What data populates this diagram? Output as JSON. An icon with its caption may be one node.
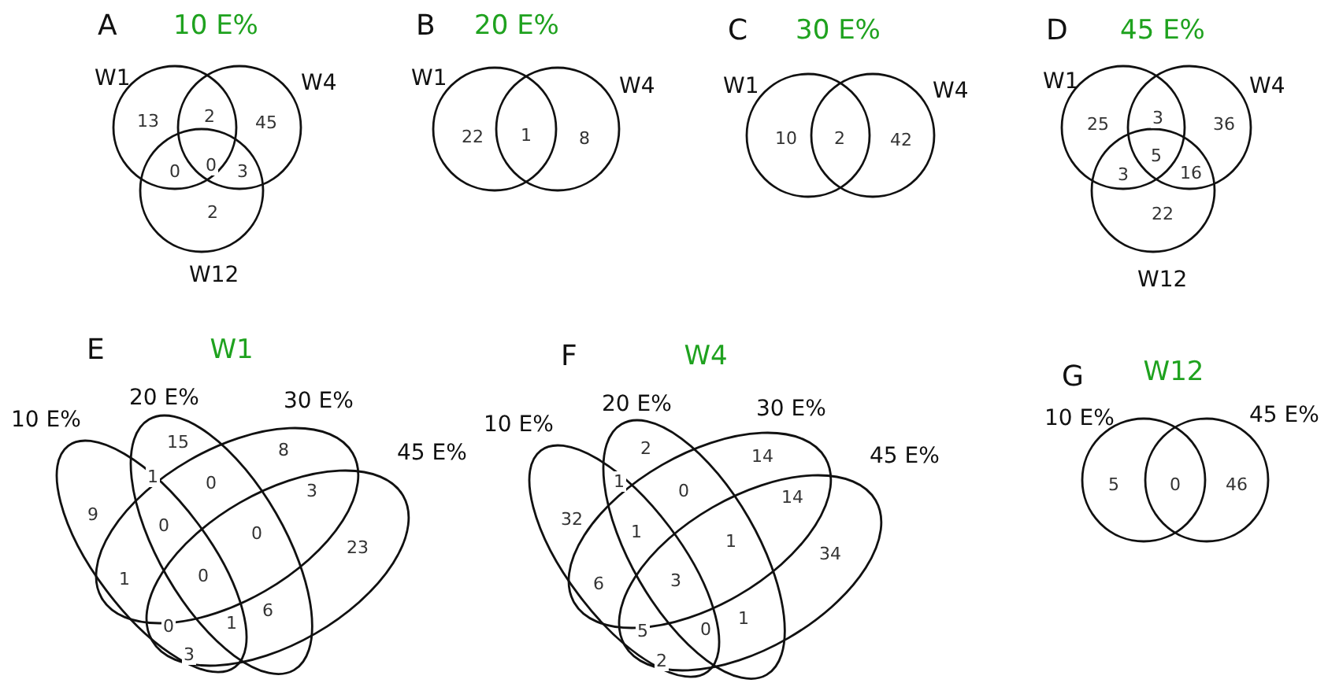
{
  "diagram": {
    "nodes": [
      {
        "text": [
          "W1"
        ]
      },
      {
        "text": [
          "W4"
        ]
      },
      {
        "text": [
          "W12"
        ]
      },
      {
        "text": [
          "W1"
        ]
      },
      {
        "text": [
          "W4"
        ]
      },
      {
        "text": [
          "W1"
        ]
      },
      {
        "text": [
          "W4"
        ]
      },
      {
        "text": [
          "W1"
        ]
      },
      {
        "text": [
          "W4"
        ]
      },
      {
        "text": [
          "W12"
        ]
      },
      {
        "text": [
          "10 E%"
        ]
      },
      {
        "text": [
          "20 E%"
        ]
      },
      {
        "text": [
          "30 E%"
        ]
      },
      {
        "text": [
          "45 E%"
        ]
      },
      {
        "text": [
          "10 E%"
        ]
      },
      {
        "text": [
          "20 E%"
        ]
      },
      {
        "text": [
          "30 E%"
        ]
      },
      {
        "text": [
          "45 E%"
        ]
      },
      {
        "text": [
          "10 E%"
        ]
      },
      {
        "text": [
          "45 E%"
        ]
      }
    ],
    "labels": [
      "A",
      "10 E%",
      "13",
      "2",
      "45",
      "0",
      "0",
      "3",
      "2",
      "B",
      "20 E%",
      "22",
      "1",
      "8",
      "C",
      "30 E%",
      "10",
      "2",
      "42",
      "D",
      "45 E%",
      "25",
      "3",
      "36",
      "3",
      "5",
      "16",
      "22",
      "E",
      "W1",
      "15",
      "8",
      "1",
      "0",
      "3",
      "9",
      "0",
      "0",
      "23",
      "1",
      "0",
      "0",
      "6",
      "1",
      "3",
      "F",
      "W4",
      "2",
      "14",
      "1",
      "0",
      "14",
      "32",
      "1",
      "1",
      "34",
      "6",
      "3",
      "5",
      "1",
      "0",
      "2",
      "G",
      "W12",
      "5",
      "0",
      "46"
    ]
  }
}
